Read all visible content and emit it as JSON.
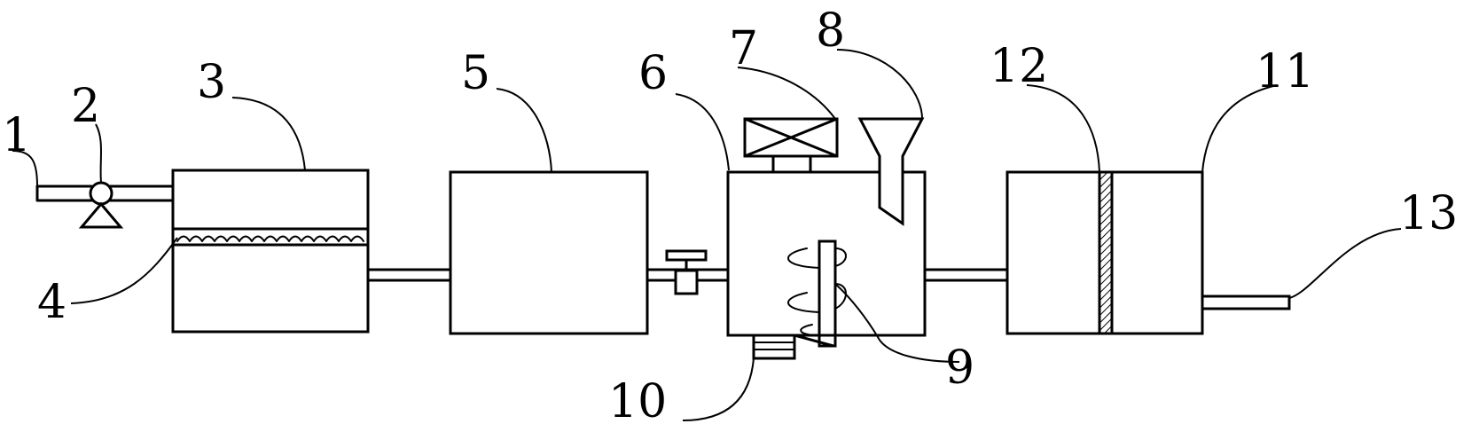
{
  "labels": {
    "n1": "1",
    "n2": "2",
    "n3": "3",
    "n4": "4",
    "n5": "5",
    "n6": "6",
    "n7": "7",
    "n8": "8",
    "n9": "9",
    "n10": "10",
    "n11": "11",
    "n12": "12",
    "n13": "13"
  }
}
